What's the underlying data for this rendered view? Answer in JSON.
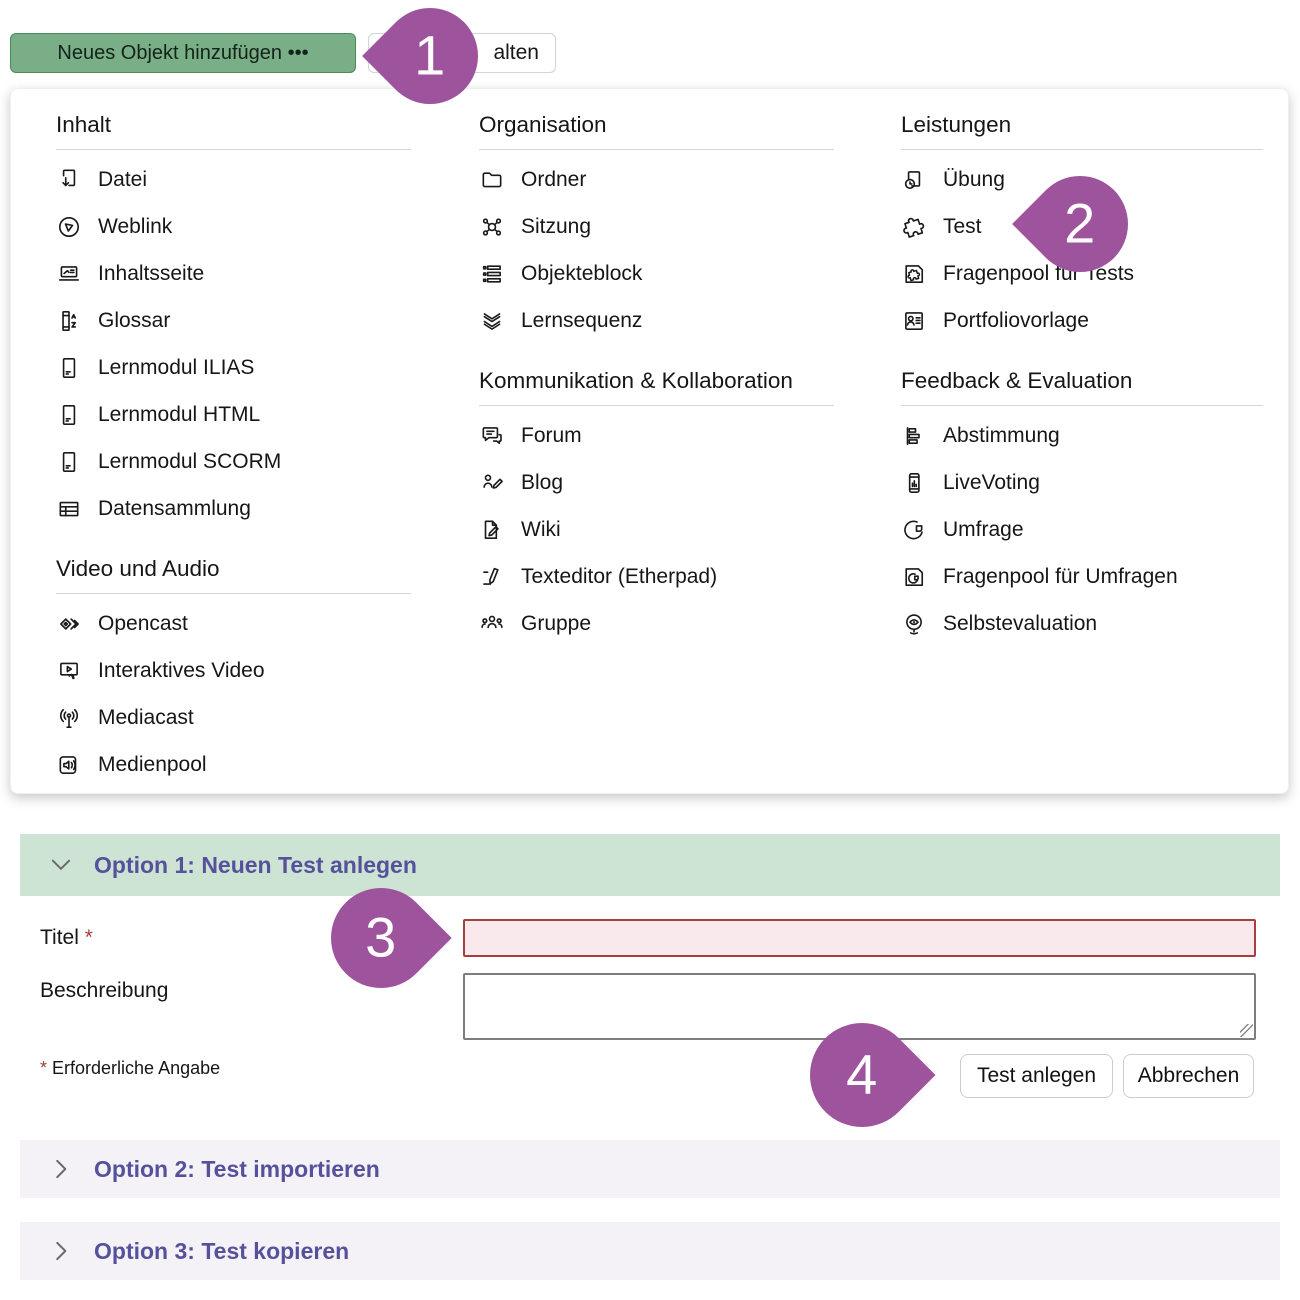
{
  "toolbar": {
    "add_button": "Neues Objekt hinzufügen •••",
    "secondary_button_visible_text": "alten"
  },
  "markers": {
    "step1": "1",
    "step2": "2",
    "step3": "3",
    "step4": "4",
    "color": "#9e549c"
  },
  "menu": {
    "columns": [
      {
        "sections": [
          {
            "title": "Inhalt",
            "items": [
              {
                "label": "Datei",
                "icon": "file-download-icon"
              },
              {
                "label": "Weblink",
                "icon": "globe-icon"
              },
              {
                "label": "Inhaltsseite",
                "icon": "content-page-icon"
              },
              {
                "label": "Glossar",
                "icon": "glossary-icon"
              },
              {
                "label": "Lernmodul ILIAS",
                "icon": "learning-module-icon"
              },
              {
                "label": "Lernmodul HTML",
                "icon": "learning-module-icon"
              },
              {
                "label": "Lernmodul SCORM",
                "icon": "learning-module-icon"
              },
              {
                "label": "Datensammlung",
                "icon": "table-icon"
              }
            ]
          },
          {
            "title": "Video und Audio",
            "items": [
              {
                "label": "Opencast",
                "icon": "opencast-icon"
              },
              {
                "label": "Interaktives Video",
                "icon": "interactive-video-icon"
              },
              {
                "label": "Mediacast",
                "icon": "broadcast-icon"
              },
              {
                "label": "Medienpool",
                "icon": "media-pool-icon"
              }
            ]
          }
        ]
      },
      {
        "sections": [
          {
            "title": "Organisation",
            "items": [
              {
                "label": "Ordner",
                "icon": "folder-icon"
              },
              {
                "label": "Sitzung",
                "icon": "session-icon"
              },
              {
                "label": "Objekteblock",
                "icon": "item-group-icon"
              },
              {
                "label": "Lernsequenz",
                "icon": "learning-sequence-icon"
              }
            ]
          },
          {
            "title": "Kommunikation & Kollabo­ration",
            "items": [
              {
                "label": "Forum",
                "icon": "forum-icon"
              },
              {
                "label": "Blog",
                "icon": "blog-icon"
              },
              {
                "label": "Wiki",
                "icon": "wiki-icon"
              },
              {
                "label": "Texteditor (Etherpad)",
                "icon": "text-editor-icon"
              },
              {
                "label": "Gruppe",
                "icon": "group-icon"
              }
            ]
          }
        ]
      },
      {
        "sections": [
          {
            "title": "Leistungen",
            "items": [
              {
                "label": "Übung",
                "icon": "exercise-icon"
              },
              {
                "label": "Test",
                "icon": "puzzle-icon"
              },
              {
                "label": "Fragenpool für Tests",
                "icon": "question-pool-test-icon"
              },
              {
                "label": "Portfoliovorlage",
                "icon": "portfolio-template-icon"
              }
            ]
          },
          {
            "title": "Feedback & Evaluation",
            "items": [
              {
                "label": "Abstimmung",
                "icon": "poll-icon"
              },
              {
                "label": "LiveVoting",
                "icon": "live-voting-icon"
              },
              {
                "label": "Umfrage",
                "icon": "survey-icon"
              },
              {
                "label": "Fragenpool für Umfragen",
                "icon": "question-pool-survey-icon"
              },
              {
                "label": "Selbstevaluation",
                "icon": "self-evaluation-icon"
              }
            ]
          }
        ]
      }
    ]
  },
  "form": {
    "section1_title": "Option 1: Neuen Test anlegen",
    "title_label": "Titel",
    "required_mark": "*",
    "title_value": "",
    "description_label": "Beschreibung",
    "description_value": "",
    "required_note": "Erforderliche Angabe",
    "submit_label": "Test anlegen",
    "cancel_label": "Abbrechen"
  },
  "sections": {
    "option2": "Option 2: Test importieren",
    "option3": "Option 3: Test kopieren"
  },
  "colors": {
    "accent_green_button": "#79ae86",
    "marker_purple": "#9e549c",
    "section_header_green": "#cde3d4",
    "section_header_lavender": "#f4f2f6",
    "section_title_purple": "#56519b",
    "error_red": "#a4403e",
    "error_field_bg": "#fae9ec"
  }
}
